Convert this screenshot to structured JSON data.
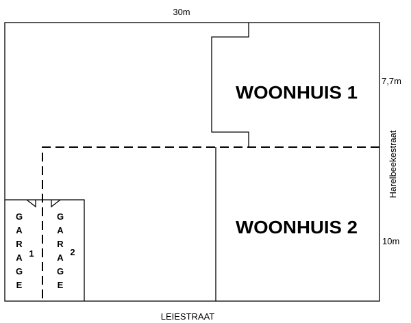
{
  "dimensions": {
    "top": "30m",
    "right_upper": "7,7m",
    "right_lower": "10m"
  },
  "streets": {
    "bottom": "LEIESTRAAT",
    "right": "Harelbeekestraat"
  },
  "houses": {
    "house1": "WOONHUIS 1",
    "house2": "WOONHUIS 2"
  },
  "garages": {
    "letters": [
      "G",
      "A",
      "R",
      "A",
      "G",
      "E"
    ],
    "garage1_number": "1",
    "garage2_number": "2"
  }
}
